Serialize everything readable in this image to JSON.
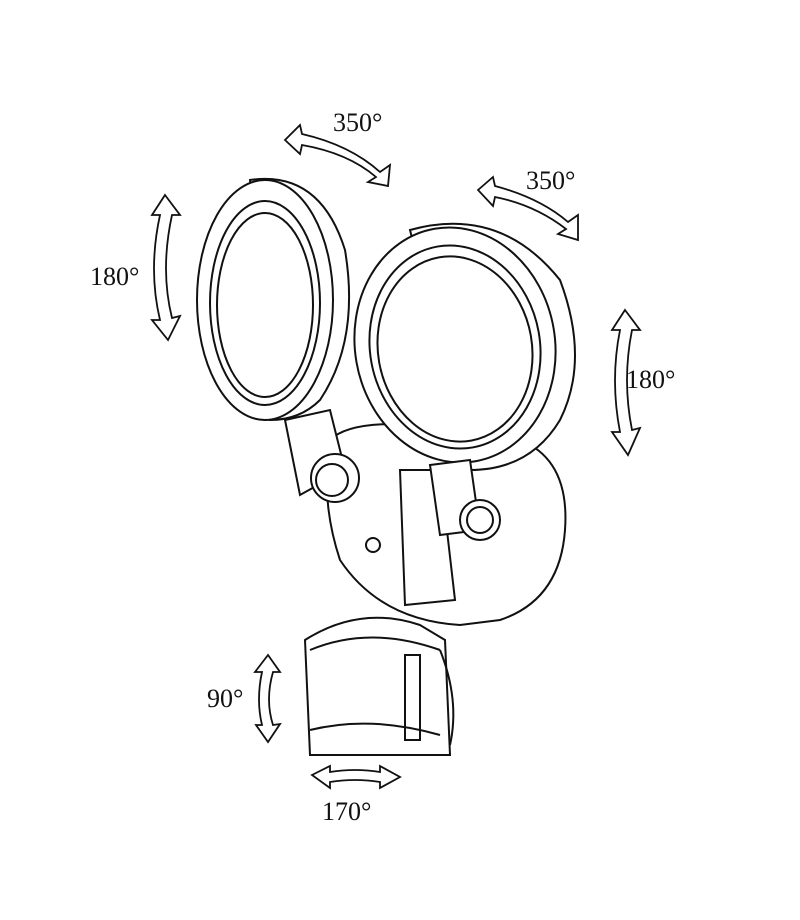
{
  "diagram": {
    "labels": {
      "left_head_pan": "350°",
      "right_head_pan": "350°",
      "left_head_tilt": "180°",
      "right_head_tilt": "180°",
      "sensor_tilt": "90°",
      "sensor_pan": "170°"
    },
    "colors": {
      "line": "#111111",
      "background": "#ffffff"
    }
  }
}
